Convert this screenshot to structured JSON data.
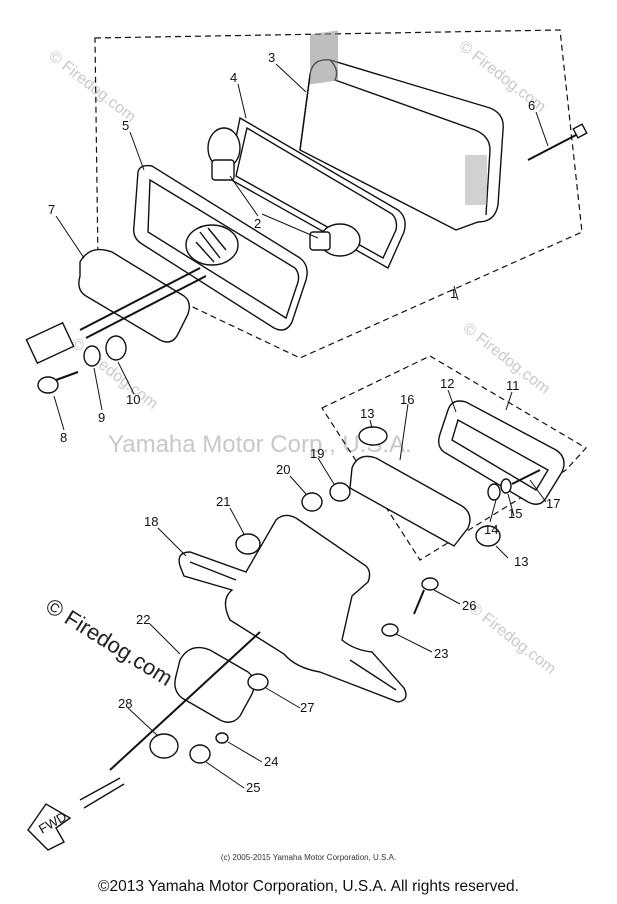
{
  "watermarks": {
    "firedog_small": "© Firedog.com",
    "center": "Yamaha Motor Corp., U.S.A.",
    "firedog_large": "© Firedog.com"
  },
  "part_numbers": {
    "p1": "1",
    "p2": "2",
    "p3": "3",
    "p4": "4",
    "p5": "5",
    "p6": "6",
    "p7": "7",
    "p8": "8",
    "p9": "9",
    "p10": "10",
    "p11": "11",
    "p12": "12",
    "p13a": "13",
    "p13b": "13",
    "p14": "14",
    "p15": "15",
    "p16": "16",
    "p17": "17",
    "p18": "18",
    "p19": "19",
    "p20": "20",
    "p21": "21",
    "p22": "22",
    "p23": "23",
    "p24": "24",
    "p25": "25",
    "p26": "26",
    "p27": "27",
    "p28": "28"
  },
  "fwd_label": "FWD",
  "small_credit": "(c) 2005-2015 Yamaha Motor Corporation, U.S.A.",
  "footer": "©2013 Yamaha Motor Corporation, U.S.A. All rights reserved."
}
